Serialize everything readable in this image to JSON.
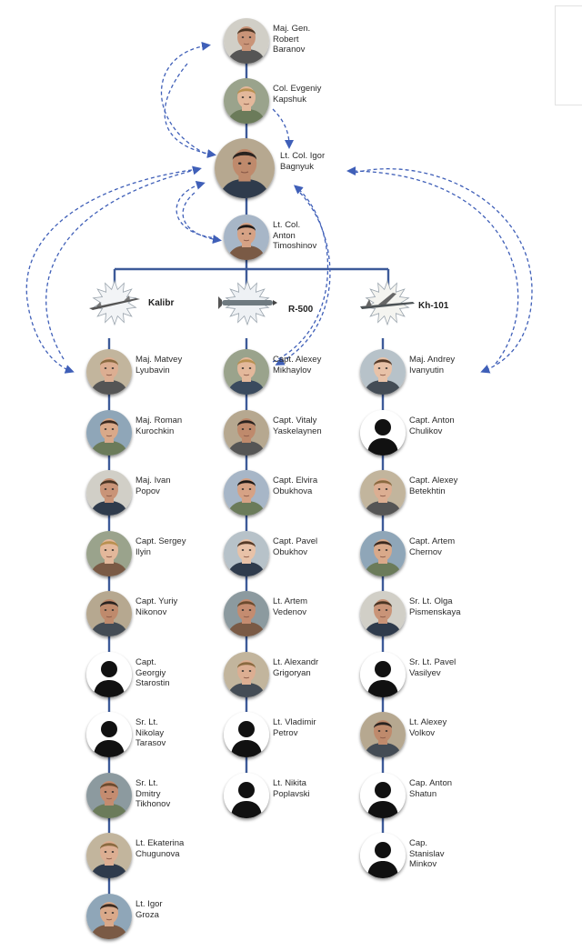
{
  "commanders": [
    {
      "id": "baranov",
      "name": "Maj. Gen.\nRobert\nBaranov",
      "photo": "real"
    },
    {
      "id": "kapshuk",
      "name": "Col. Evgeniy\nKapshuk",
      "photo": "real"
    },
    {
      "id": "bagnyuk",
      "name": "Lt. Col. Igor\nBagnyuk",
      "photo": "real"
    },
    {
      "id": "timoshinov",
      "name": "Lt. Col.\nAnton\nTimoshinov",
      "photo": "real"
    }
  ],
  "branches": [
    {
      "missile": "Kalibr",
      "members": [
        {
          "name": "Maj. Matvey\nLyubavin",
          "photo": "real"
        },
        {
          "name": "Maj. Roman\nKurochkin",
          "photo": "real"
        },
        {
          "name": "Maj. Ivan\nPopov",
          "photo": "real"
        },
        {
          "name": "Capt. Sergey\nIlyin",
          "photo": "real"
        },
        {
          "name": "Capt. Yuriy\nNikonov",
          "photo": "real"
        },
        {
          "name": "Capt.\nGeorgiy\nStarostin",
          "photo": "silhouette"
        },
        {
          "name": "Sr. Lt.\nNikolay\nTarasov",
          "photo": "silhouette"
        },
        {
          "name": "Sr. Lt.\nDmitry\nTikhonov",
          "photo": "real"
        },
        {
          "name": "Lt. Ekaterina\nChugunova",
          "photo": "real"
        },
        {
          "name": "Lt. Igor\nGroza",
          "photo": "real"
        }
      ]
    },
    {
      "missile": "R-500",
      "members": [
        {
          "name": "Capt. Alexey\nMikhaylov",
          "photo": "real"
        },
        {
          "name": "Capt. Vitaly\nYaskelaynen",
          "photo": "real"
        },
        {
          "name": "Capt. Elvira\nObukhova",
          "photo": "real"
        },
        {
          "name": "Capt. Pavel\nObukhov",
          "photo": "real"
        },
        {
          "name": "Lt. Artem\nVedenov",
          "photo": "real"
        },
        {
          "name": "Lt. Alexandr\nGrigoryan",
          "photo": "real"
        },
        {
          "name": "Lt. Vladimir\nPetrov",
          "photo": "silhouette"
        },
        {
          "name": "Lt. Nikita\nPoplavski",
          "photo": "silhouette"
        }
      ]
    },
    {
      "missile": "Kh-101",
      "members": [
        {
          "name": "Maj. Andrey\nIvanyutin",
          "photo": "real"
        },
        {
          "name": "Capt. Anton\nChulikov",
          "photo": "silhouette"
        },
        {
          "name": "Capt. Alexey\nBetekhtin",
          "photo": "real"
        },
        {
          "name": "Capt. Artem\nChernov",
          "photo": "real"
        },
        {
          "name": "Sr. Lt. Olga\nPismenskaya",
          "photo": "real"
        },
        {
          "name": "Sr. Lt. Pavel\nVasilyev",
          "photo": "silhouette"
        },
        {
          "name": "Lt. Alexey\nVolkov",
          "photo": "real"
        },
        {
          "name": "Cap. Anton\nShatun",
          "photo": "silhouette"
        },
        {
          "name": "Cap.\nStanislav\nMinkov",
          "photo": "silhouette"
        }
      ]
    }
  ],
  "colors": {
    "line": "#3d5a99",
    "arrow": "#3f5fb8"
  }
}
